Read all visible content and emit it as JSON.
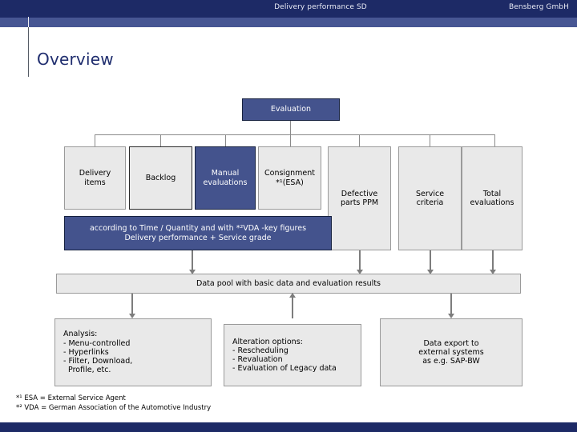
{
  "header": {
    "title": "Delivery performance SD",
    "company": "Bensberg GmbH"
  },
  "slide": {
    "title": "Overview"
  },
  "diagram": {
    "root": {
      "label": "Evaluation"
    },
    "row1": [
      {
        "label": "Delivery\nitems",
        "style": "gray"
      },
      {
        "label": "Backlog",
        "style": "gray-dark"
      },
      {
        "label": "Manual\nevaluations",
        "style": "blue"
      },
      {
        "label": "Consignment\n*¹(ESA)",
        "style": "gray"
      },
      {
        "label": "Defective\nparts PPM",
        "style": "gray"
      },
      {
        "label": "Service\ncriteria",
        "style": "gray"
      },
      {
        "label": "Total\nevaluations",
        "style": "gray"
      }
    ],
    "criteria_band": {
      "line1": "according to Time / Quantity and with *²VDA -key figures",
      "line2": "Delivery performance + Service grade"
    },
    "data_pool": {
      "label": "Data pool with basic data and evaluation results"
    },
    "row3": [
      {
        "title": "Analysis:",
        "items": [
          "- Menu-controlled",
          "- Hyperlinks",
          "- Filter, Download,",
          "  Profile, etc."
        ],
        "align": "left",
        "arrow": "down"
      },
      {
        "title": "Alteration options:",
        "items": [
          "- Rescheduling",
          "- Revaluation",
          "- Evaluation of Legacy data"
        ],
        "align": "left",
        "arrow": "up"
      },
      {
        "title": "",
        "items": [
          "Data export to",
          "external systems",
          "as e.g. SAP-BW"
        ],
        "align": "center",
        "arrow": "down"
      }
    ]
  },
  "footnotes": [
    "*¹ ESA = External Service Agent",
    "*² VDA = German Association of the Automotive Industry"
  ],
  "colors": {
    "header_dark": "#1d2a66",
    "header_light": "#475693",
    "box_blue": "#44538d",
    "box_gray": "#e9e9e9",
    "title_blue": "#1f2d6e",
    "connector_gray": "#8a8a8a"
  }
}
